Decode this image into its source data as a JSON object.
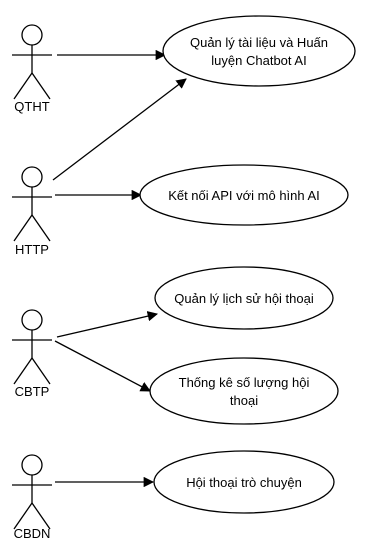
{
  "diagram": {
    "type": "use-case-diagram",
    "actors": [
      {
        "id": "qtht",
        "label": "QTHT"
      },
      {
        "id": "http",
        "label": "HTTP"
      },
      {
        "id": "cbtp",
        "label": "CBTP"
      },
      {
        "id": "cbdn",
        "label": "CBDN"
      }
    ],
    "use_cases": [
      {
        "id": "uc1",
        "lines": [
          "Quản lý tài liệu và Huấn",
          "luyện Chatbot AI"
        ]
      },
      {
        "id": "uc2",
        "lines": [
          "Kết nối API với mô hình AI"
        ]
      },
      {
        "id": "uc3",
        "lines": [
          "Quản lý lịch sử hội thoại"
        ]
      },
      {
        "id": "uc4",
        "lines": [
          "Thống kê số lượng hội",
          "thoại"
        ]
      },
      {
        "id": "uc5",
        "lines": [
          "Hội thoại trò chuyện"
        ]
      }
    ],
    "associations": [
      {
        "from": "qtht",
        "to": "uc1"
      },
      {
        "from": "http",
        "to": "uc1"
      },
      {
        "from": "http",
        "to": "uc2"
      },
      {
        "from": "cbtp",
        "to": "uc3"
      },
      {
        "from": "cbtp",
        "to": "uc4"
      },
      {
        "from": "cbdn",
        "to": "uc5"
      }
    ],
    "colors": {
      "stroke": "#000000",
      "background": "#ffffff",
      "text": "#000000"
    }
  }
}
